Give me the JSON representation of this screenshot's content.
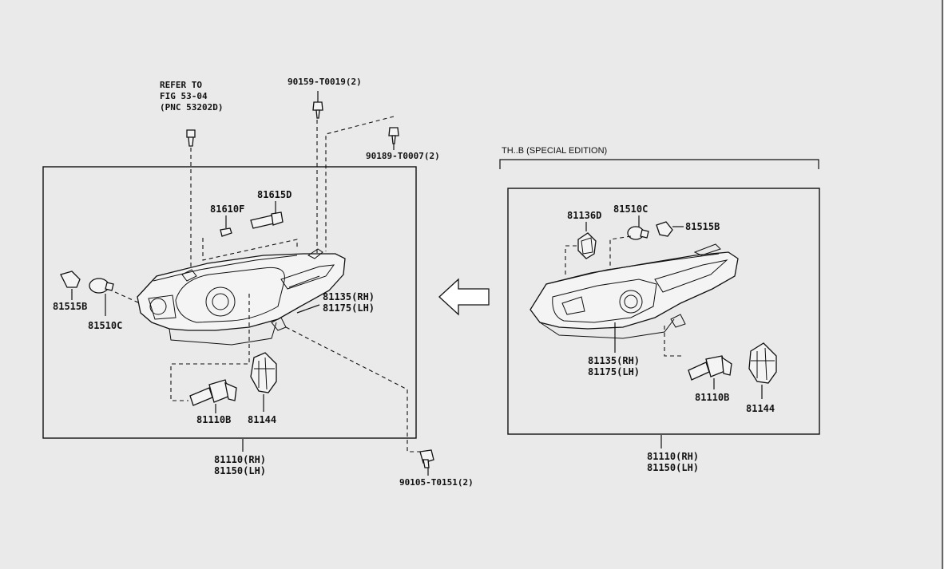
{
  "refer_note": {
    "line1": "REFER TO",
    "line2": "FIG 53-04",
    "line3": "(PNC 53202D)"
  },
  "left_group": {
    "screw_top": "90159-T0019(2)",
    "screw_side": "90189-T0007(2)",
    "bulb_small_top": "81610F",
    "bulb_socket_top": "81615D",
    "socket_left": "81515B",
    "bulb_left": "81510C",
    "lens_rh": "81135(RH)",
    "lens_lh": "81175(LH)",
    "bulb_main": "81110B",
    "cover": "81144",
    "assy_rh": "81110(RH)",
    "assy_lh": "81150(LH)",
    "screw_bottom": "90105-T0151(2)"
  },
  "right_group": {
    "header": "TH..B (SPECIAL EDITION)",
    "ring": "81136D",
    "bulb_top": "81510C",
    "socket_top": "81515B",
    "lens_rh": "81135(RH)",
    "lens_lh": "81175(LH)",
    "bulb_main": "81110B",
    "cover": "81144",
    "assy_rh": "81110(RH)",
    "assy_lh": "81150(LH)"
  }
}
